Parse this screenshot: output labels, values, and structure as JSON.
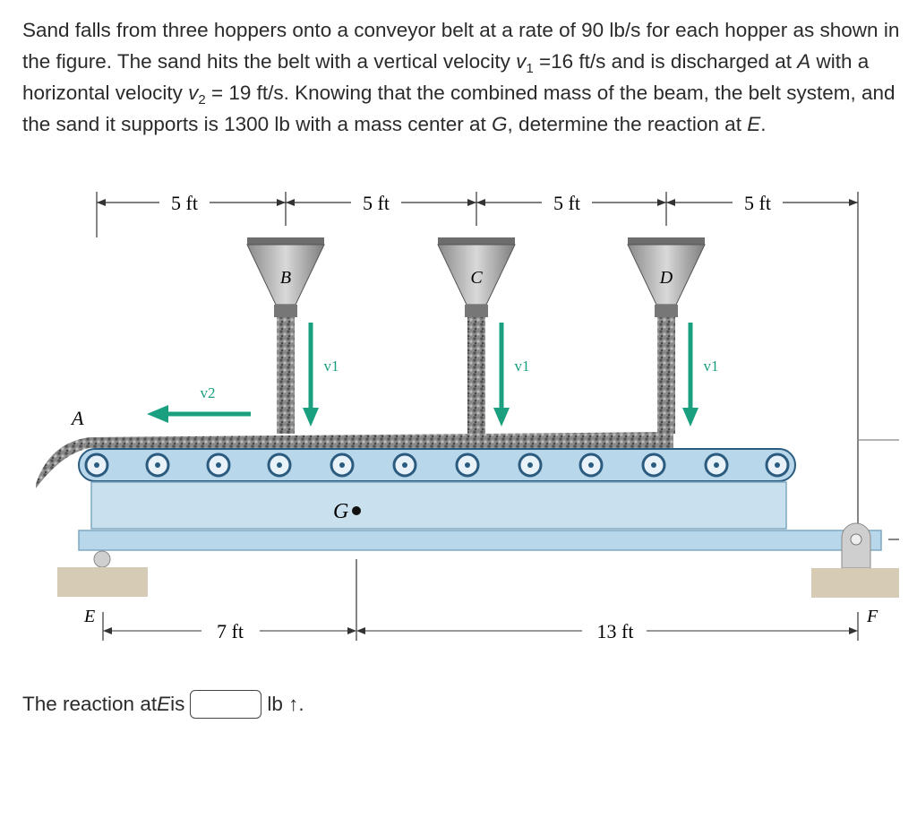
{
  "problem": {
    "t1": "Sand falls from three hoppers onto a conveyor belt at a rate of 90 lb/s for each hopper as shown in the figure. The sand hits the belt with a vertical velocity ",
    "v1_sym": "v",
    "v1_sub": "1",
    "t2": " =16 ft/s and is discharged at ",
    "pointA": "A",
    "t3": " with a horizontal velocity ",
    "v2_sym": "v",
    "v2_sub": "2",
    "t4": " = 19 ft/s. Knowing that the combined mass of the beam, the belt system, and the sand it supports is 1300 lb with a mass center at ",
    "pointG": "G",
    "t5": ", determine the reaction at ",
    "pointE": "E",
    "t6": "."
  },
  "figure": {
    "top_dims": [
      "5 ft",
      "5 ft",
      "5 ft",
      "5 ft"
    ],
    "bottom_dims": [
      "7 ft",
      "13 ft"
    ],
    "hoppers": [
      "B",
      "C",
      "D"
    ],
    "v1_label": "v1",
    "v2_label": "v2",
    "point_A": "A",
    "point_E": "E",
    "point_F": "F",
    "point_G": "G"
  },
  "answer": {
    "prefix": "The reaction at ",
    "point": "E",
    "is": " is",
    "value": "",
    "unit": "lb",
    "direction": "↑",
    "end": "."
  },
  "colors": {
    "arrow": "#1aa07f",
    "belt": "#b8d7ea",
    "sand": "#7a7a7a",
    "ground": "#d6cbb5"
  }
}
